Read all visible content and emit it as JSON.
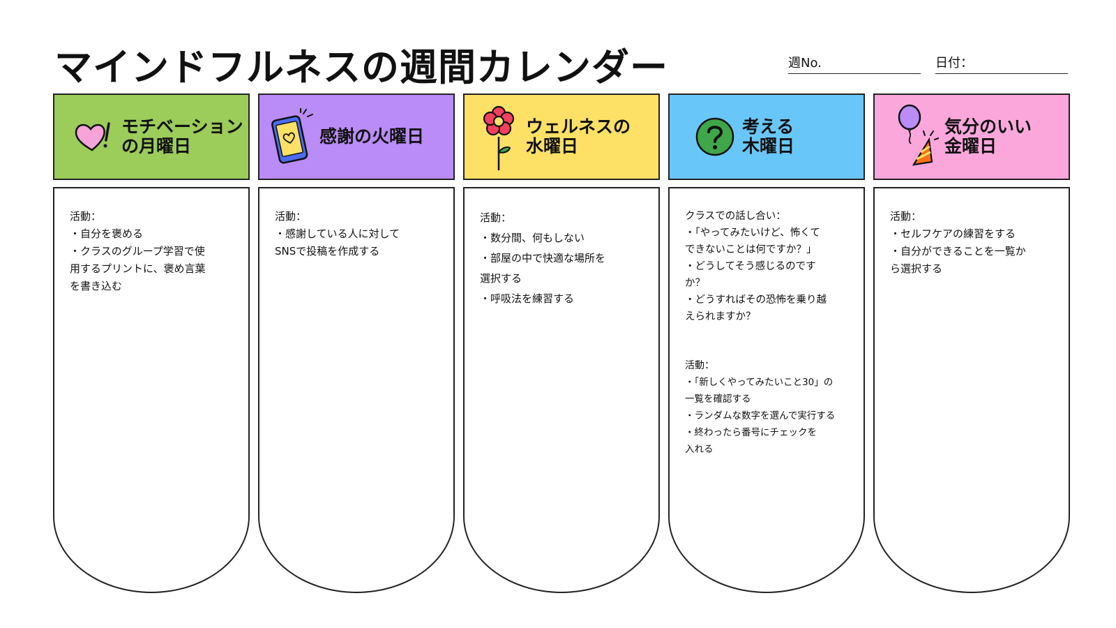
{
  "title": "マインドフルネスの週間カレンダー",
  "meta": {
    "week_label": "週No.",
    "date_label": "日付："
  },
  "colors": {
    "mon": "#9ccc5a",
    "tue": "#b98cf7",
    "wed": "#fde066",
    "thu": "#69c6f8",
    "fri": "#fba7dc"
  },
  "days": [
    {
      "label": "モチベーション\nの月曜日",
      "icon": "heart-exclamation-icon",
      "heading": "活動：",
      "items": [
        "・自分を褒める",
        "・クラスのグループ学習で使\n用するプリントに、褒め言葉\nを書き込む"
      ]
    },
    {
      "label": "感謝の火曜日",
      "icon": "smartphone-heart-icon",
      "heading": "活動：",
      "items": [
        "・感謝している人に対して\nSNSで投稿を作成する"
      ]
    },
    {
      "label": "ウェルネスの\n水曜日",
      "icon": "flower-icon",
      "heading": "活動：",
      "items": [
        "・数分間、何もしない",
        "・部屋の中で快適な場所を\n選択する",
        "・呼吸法を練習する"
      ]
    },
    {
      "label": "考える\n木曜日",
      "icon": "question-icon",
      "heading": "クラスでの話し合い：",
      "items": [
        "・「やってみたいけど、怖くて\nできないことは何ですか？」",
        "・どうしてそう感じるのです\nか？",
        "・どうすればその恐怖を乗り越\nえられますか？"
      ],
      "sub_heading": "活動：",
      "sub_items": [
        "・「新しくやってみたいこと30」の\n一覧を確認する",
        "・ランダムな数字を選んで実行する",
        "・終わったら番号にチェックを\n入れる"
      ]
    },
    {
      "label": "気分のいい\n金曜日",
      "icon": "balloon-party-hat-icon",
      "heading": "活動：",
      "items": [
        "・セルフケアの練習をする",
        "・自分ができることを一覧か\nら選択する"
      ]
    }
  ]
}
